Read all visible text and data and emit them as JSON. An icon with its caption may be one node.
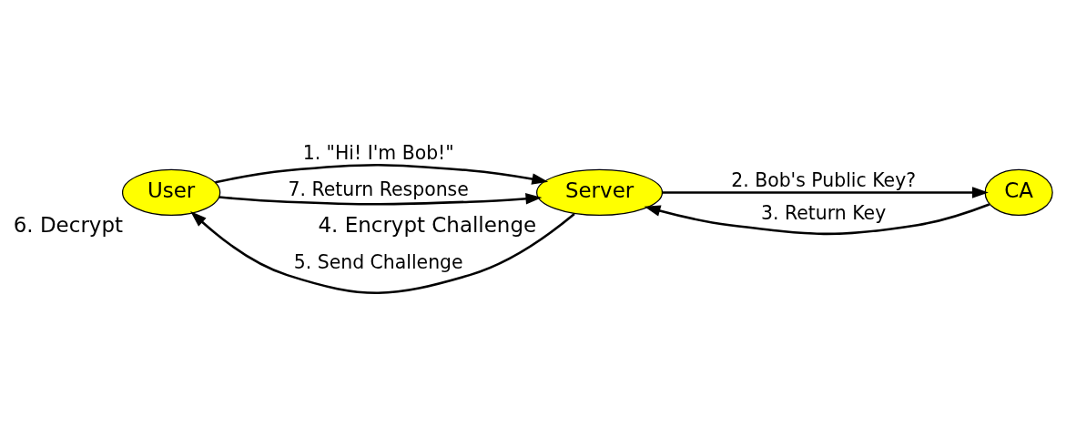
{
  "diagram": {
    "nodes": [
      {
        "text": [
          "User"
        ],
        "beside": [
          "6. Decrypt"
        ]
      },
      {
        "text": [
          "Server"
        ],
        "beside": [
          "4. Encrypt Challenge"
        ]
      },
      {
        "text": [
          "CA"
        ]
      }
    ],
    "edges": [
      {
        "from": 0,
        "to": 1,
        "arrow": "to",
        "label": "1. \"Hi! I'm Bob!\""
      },
      {
        "from": 1,
        "to": 0,
        "arrow": "to",
        "label": "5. Send Challenge"
      },
      {
        "from": 0,
        "to": 1,
        "arrow": "to",
        "label": "7. Return Response"
      },
      {
        "from": 1,
        "to": 2,
        "arrow": "to",
        "label": "2. Bob's Public Key?"
      },
      {
        "from": 2,
        "to": 1,
        "arrow": "to",
        "label": "3. Return Key"
      }
    ]
  }
}
